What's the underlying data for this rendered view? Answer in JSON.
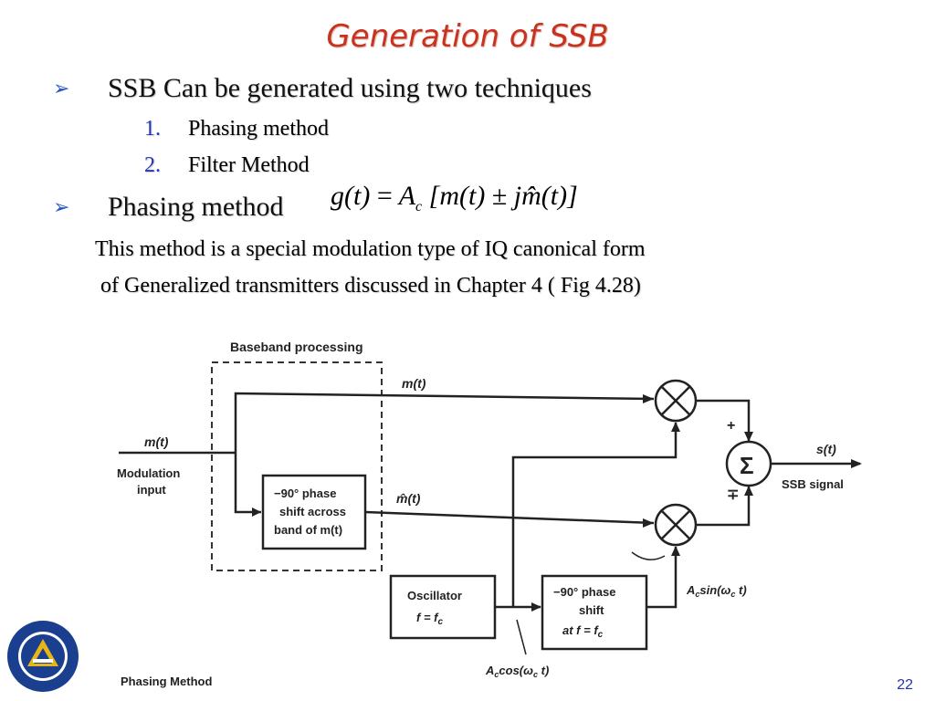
{
  "slide": {
    "title": "Generation of SSB",
    "bullet1": "SSB Can be generated using two techniques",
    "list": [
      {
        "num": "1.",
        "text": "Phasing method"
      },
      {
        "num": "2.",
        "text": "Filter Method"
      }
    ],
    "bullet2": "Phasing method",
    "description_line1": "This method is a special modulation type of IQ canonical form",
    "description_line2": "of Generalized transmitters discussed in Chapter 4 ( Fig 4.28)",
    "page_number": "22",
    "accent_color": "#c8321e",
    "bullet_color": "#2a55c8"
  },
  "formula": {
    "lhs": "g(t)",
    "eq": "=",
    "amp": "A",
    "amp_sub": "c",
    "rhs": "[m(t) ± jm̂(t)]"
  },
  "diagram": {
    "baseband_label": "Baseband processing",
    "m_t_top": "m(t)",
    "m_t_input": "m(t)",
    "input_label_1": "Modulation",
    "input_label_2": "input",
    "phase_box_1": "−90° phase",
    "phase_box_2": "shift across",
    "phase_box_3": "band of m(t)",
    "m_hat": "m̂(t)",
    "sum_symbol": "Σ",
    "plus": "+",
    "minus_plus": "∓",
    "s_t": "s(t)",
    "ssb_signal": "SSB signal",
    "osc_1": "Oscillator",
    "osc_2": "f = f",
    "osc_2_sub": "c",
    "shift_1": "−90° phase",
    "shift_2": "shift",
    "shift_3": "at f = f",
    "shift_3_sub": "c",
    "sin_label": "A",
    "sin_label_rest": "sin(ω",
    "sin_label_end": " t)",
    "cos_label": "A",
    "cos_label_rest": "cos(ω",
    "cos_label_end": " t)",
    "caption": "Phasing Method"
  }
}
